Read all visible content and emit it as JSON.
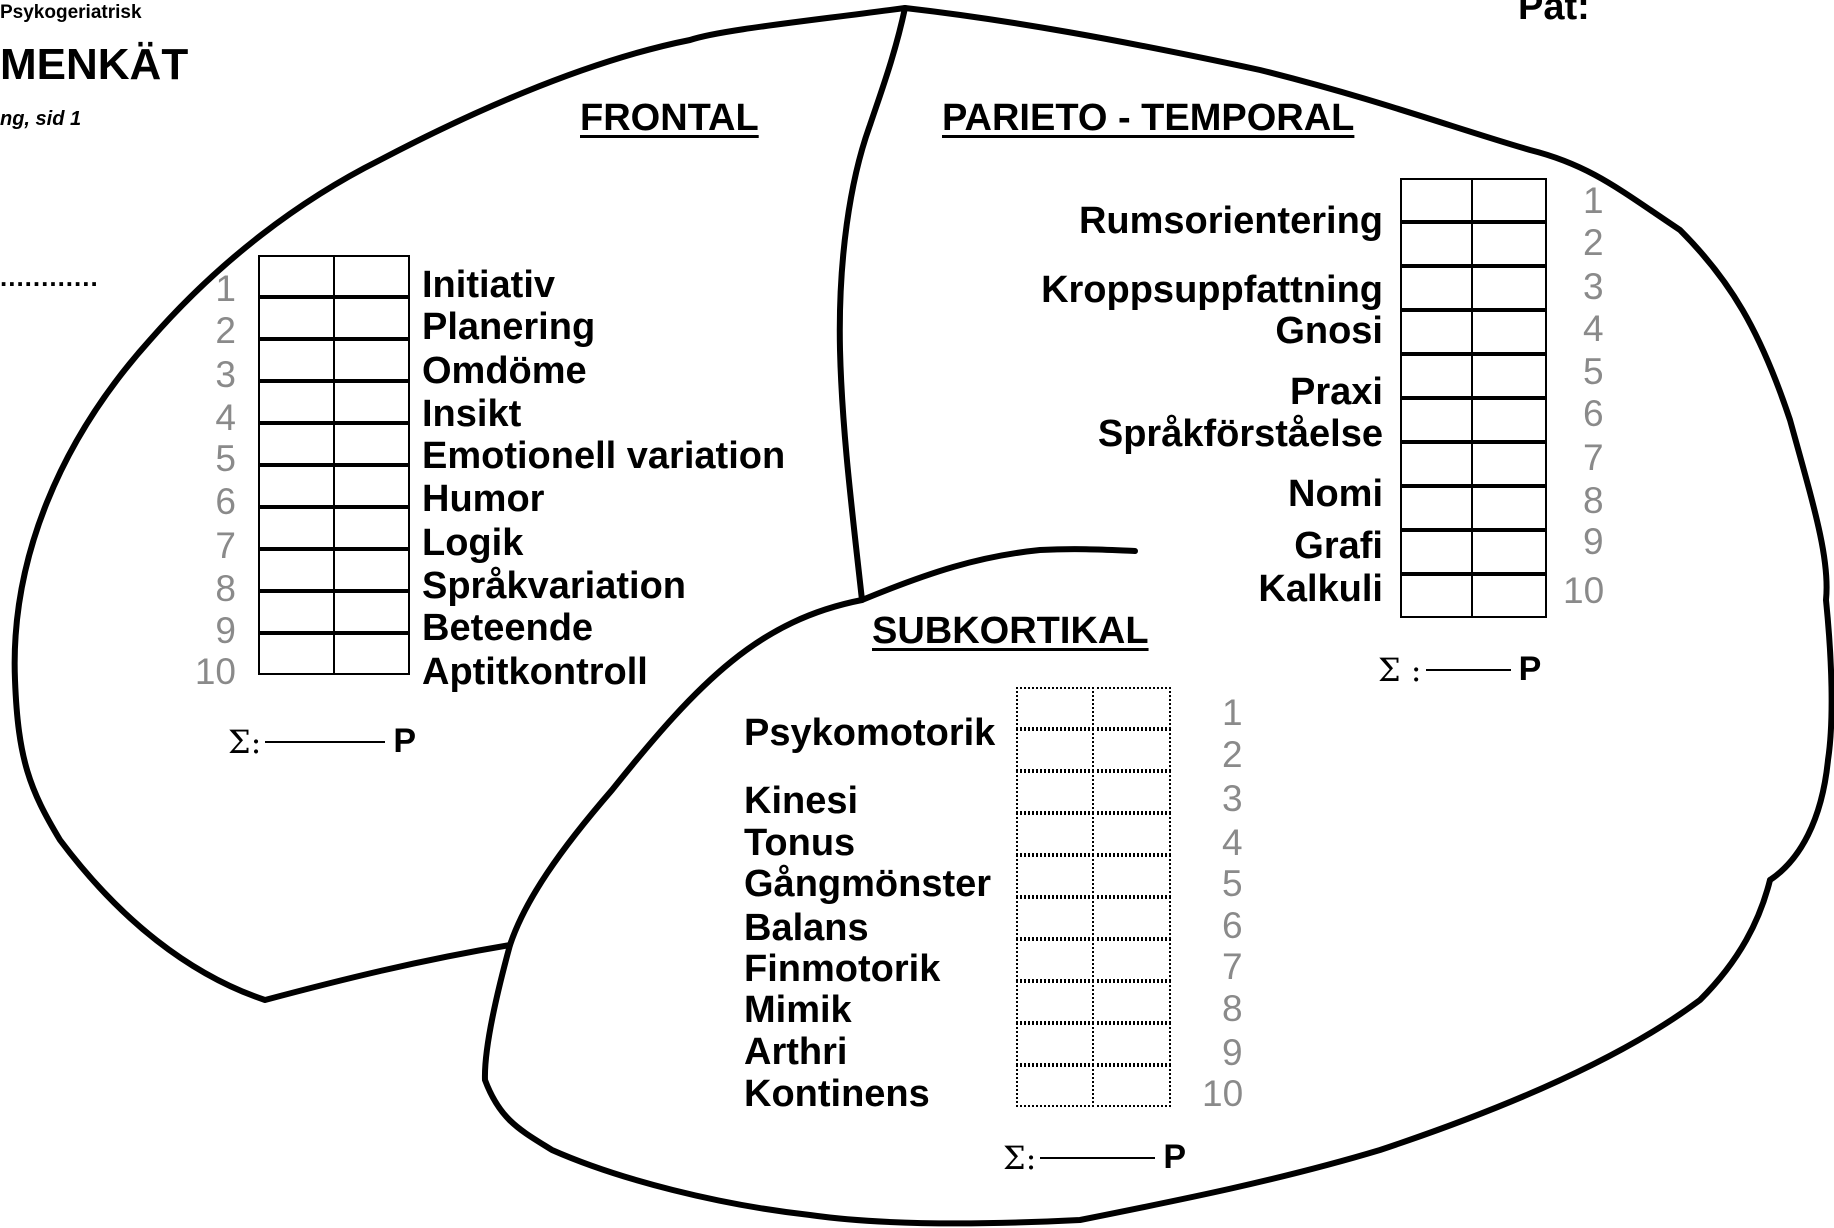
{
  "header": {
    "org": "Psykogeriatrisk",
    "title": "MENKÄT",
    "subtitle": "ng, sid 1",
    "pat_label": "Pat:",
    "dotted_line": "............"
  },
  "frontal": {
    "title": "FRONTAL",
    "items": [
      "Initiativ",
      "Planering",
      "Omdöme",
      "Insikt",
      "Emotionell variation",
      "Humor",
      "Logik",
      "Språkvariation",
      "Beteende",
      "Aptitkontroll"
    ],
    "numbers": [
      "1",
      "2",
      "3",
      "4",
      "5",
      "6",
      "7",
      "8",
      "9",
      "10"
    ],
    "sum_symbol": "Σ:",
    "sum_unit": "P"
  },
  "parieto": {
    "title": "PARIETO - TEMPORAL",
    "items": [
      "Rumsorientering",
      "Kroppsuppfattning",
      "Gnosi",
      "Praxi",
      "Språkförståelse",
      "Nomi",
      "Grafi",
      "Kalkuli"
    ],
    "numbers": [
      "1",
      "2",
      "3",
      "4",
      "5",
      "6",
      "7",
      "8",
      "9",
      "10"
    ],
    "sum_symbol": "Σ :",
    "sum_unit": "P"
  },
  "subkortikal": {
    "title": "SUBKORTIKAL",
    "items": [
      "Psykomotorik",
      "Kinesi",
      "Tonus",
      "Gångmönster",
      "Balans",
      "Finmotorik",
      "Mimik",
      "Arthri",
      "Kontinens"
    ],
    "numbers": [
      "1",
      "2",
      "3",
      "4",
      "5",
      "6",
      "7",
      "8",
      "9",
      "10"
    ],
    "sum_symbol": "Σ:",
    "sum_unit": "P"
  }
}
